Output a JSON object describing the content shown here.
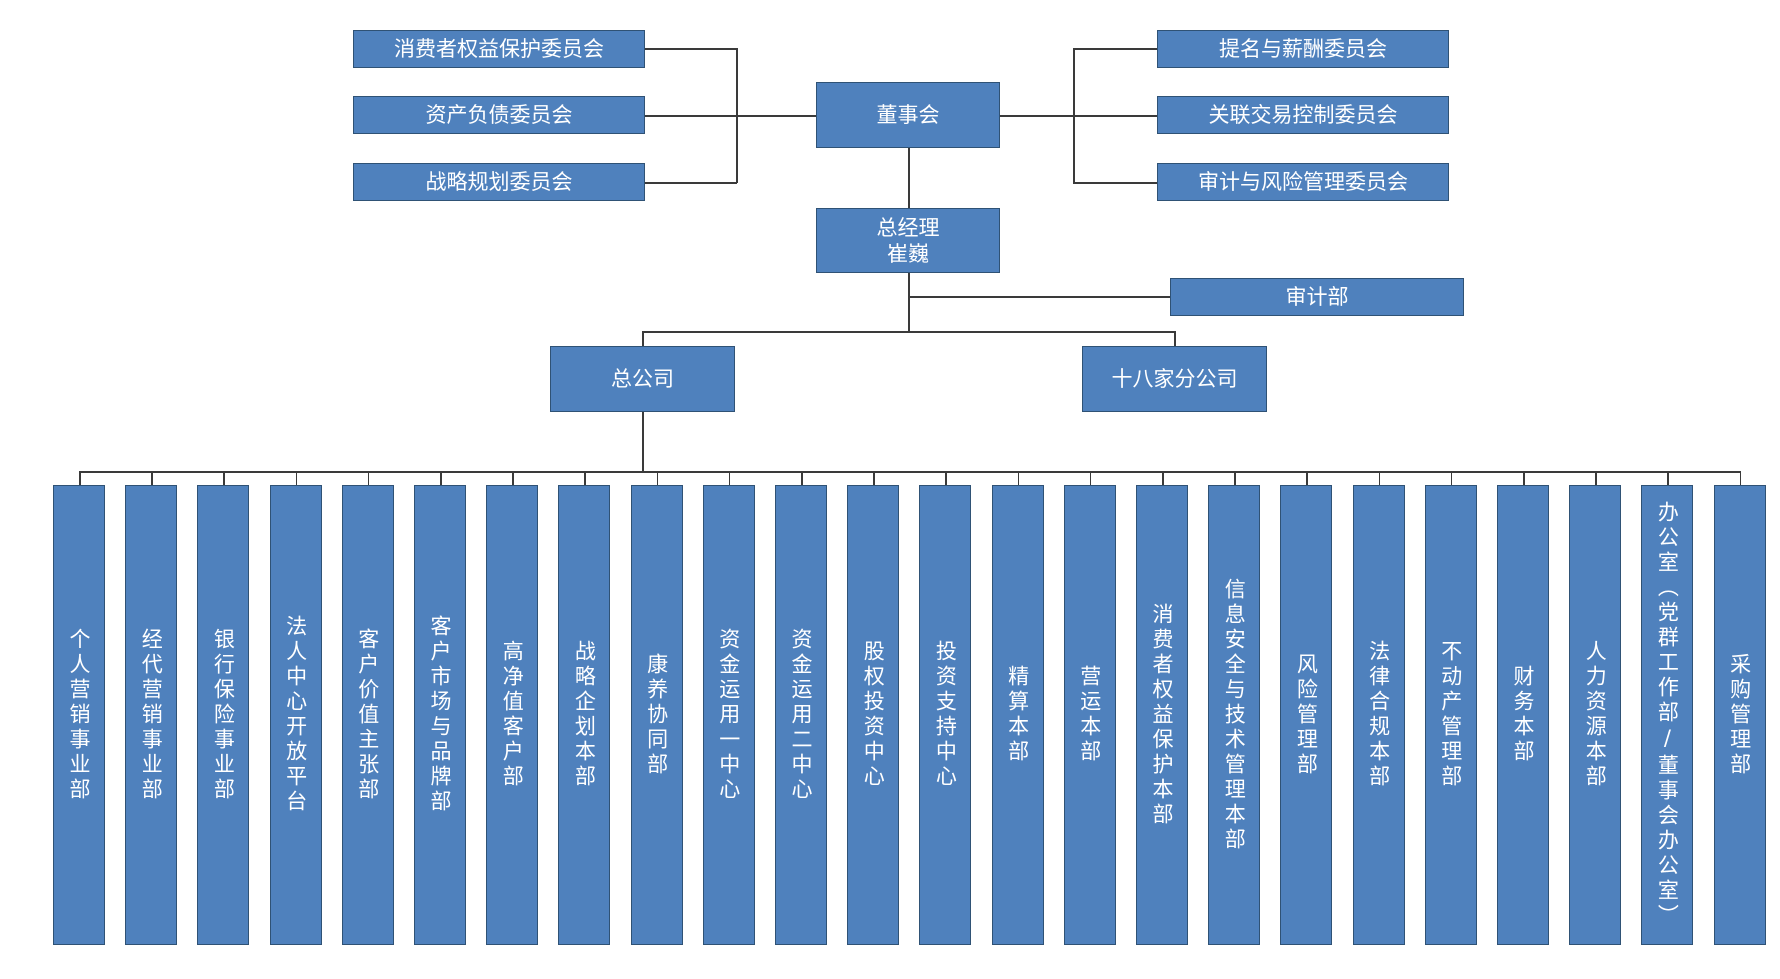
{
  "board": "董事会",
  "left_committees": [
    "消费者权益保护委员会",
    "资产负债委员会",
    "战略规划委员会"
  ],
  "right_committees": [
    "提名与薪酬委员会",
    "关联交易控制委员会",
    "审计与风险管理委员会"
  ],
  "gm": {
    "title": "总经理",
    "name": "崔巍"
  },
  "audit": "审计部",
  "head_office": "总公司",
  "branches": "十八家分公司",
  "departments": [
    "个人营销事业部",
    "经代营销事业部",
    "银行保险事业部",
    "法人中心开放平台",
    "客户价值主张部",
    "客户市场与品牌部",
    "高净值客户部",
    "战略企划本部",
    "康养协同部",
    "资金运用一中心",
    "资金运用二中心",
    "股权投资中心",
    "投资支持中心",
    "精算本部",
    "营运本部",
    "消费者权益保护本部",
    "信息安全与技术管理本部",
    "风险管理部",
    "法律合规本部",
    "不动产管理部",
    "财务本部",
    "人力资源本部",
    "办公室（党群工作部/董事会办公室）",
    "采购管理部"
  ]
}
